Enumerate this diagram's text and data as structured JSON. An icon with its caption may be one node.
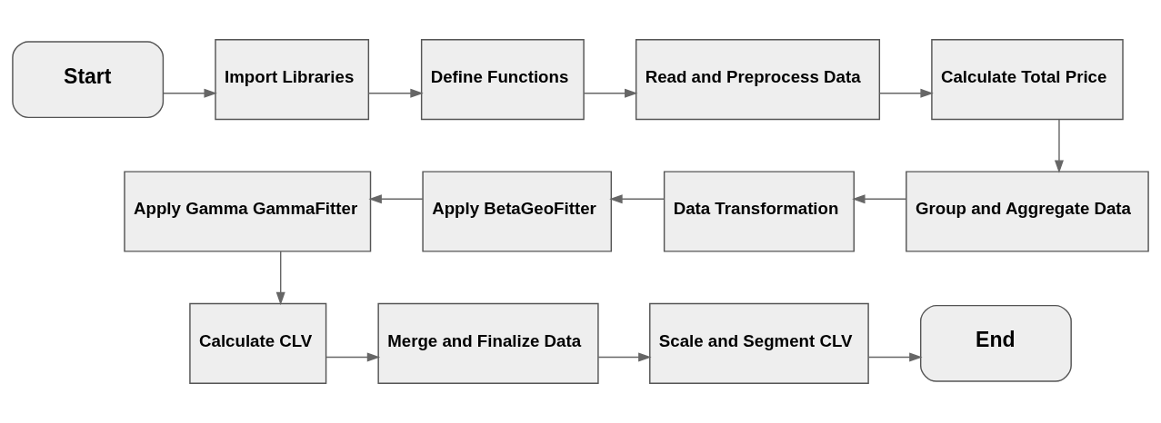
{
  "diagram": {
    "nodes": [
      {
        "text": [
          "Start"
        ]
      },
      {
        "text": [
          "Import Libraries"
        ]
      },
      {
        "text": [
          "Define Functions"
        ]
      },
      {
        "text": [
          "Read and Preprocess Data"
        ]
      },
      {
        "text": [
          "Calculate Total Price"
        ]
      },
      {
        "text": [
          "Group and Aggregate Data"
        ]
      },
      {
        "text": [
          "Data Transformation"
        ]
      },
      {
        "text": [
          "Apply BetaGeoFitter"
        ]
      },
      {
        "text": [
          "Apply Gamma GammaFitter"
        ]
      },
      {
        "text": [
          "Calculate CLV"
        ]
      },
      {
        "text": [
          "Merge and Finalize Data"
        ]
      },
      {
        "text": [
          "Scale and Segment CLV"
        ]
      },
      {
        "text": [
          "End"
        ]
      }
    ],
    "edges": [
      {
        "from": 0,
        "to": 1,
        "arrow": "to"
      },
      {
        "from": 1,
        "to": 2,
        "arrow": "to"
      },
      {
        "from": 2,
        "to": 3,
        "arrow": "to"
      },
      {
        "from": 3,
        "to": 4,
        "arrow": "to"
      },
      {
        "from": 4,
        "to": 5,
        "arrow": "to"
      },
      {
        "from": 5,
        "to": 6,
        "arrow": "to"
      },
      {
        "from": 6,
        "to": 7,
        "arrow": "to"
      },
      {
        "from": 7,
        "to": 8,
        "arrow": "to"
      },
      {
        "from": 8,
        "to": 9,
        "arrow": "to"
      },
      {
        "from": 9,
        "to": 10,
        "arrow": "to"
      },
      {
        "from": 10,
        "to": 11,
        "arrow": "to"
      },
      {
        "from": 11,
        "to": 12,
        "arrow": "to"
      }
    ]
  }
}
